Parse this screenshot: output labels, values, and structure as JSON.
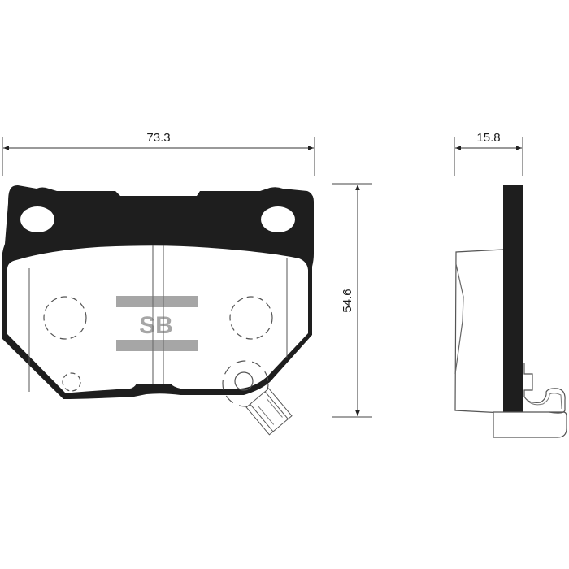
{
  "drawing": {
    "title": "Brake pad technical drawing",
    "dimensions": {
      "width": "73.3",
      "height": "54.6",
      "thickness": "15.8"
    },
    "logo": {
      "text": "SB",
      "color": "#a6a6a6"
    },
    "colors": {
      "backing_plate": "#1e1e1e",
      "line": "#333333",
      "dimension_line": "#333333"
    },
    "views": [
      {
        "name": "front-view",
        "label": ""
      },
      {
        "name": "side-view",
        "label": ""
      }
    ]
  }
}
